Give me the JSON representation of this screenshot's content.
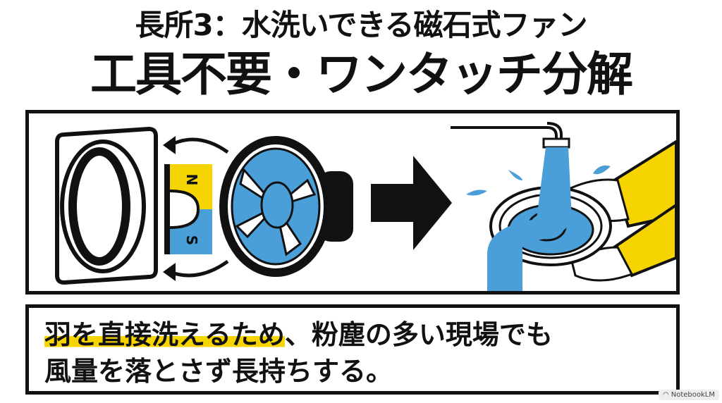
{
  "header": {
    "subtitle": "長所3：水洗いできる磁石式ファン",
    "title": "工具不要・ワンタッチ分解"
  },
  "illustration": {
    "magnet": {
      "north_label": "N",
      "south_label": "S",
      "north_color": "#f5d400",
      "south_color": "#4a9fd8"
    },
    "icons": [
      "fan-frame-icon",
      "magnet-icon",
      "curved-arrow-icon",
      "fan-icon",
      "right-arrow-icon",
      "faucet-icon",
      "water-stream-icon",
      "hands-icon"
    ],
    "colors": {
      "blue": "#4a9fd8",
      "yellow": "#f5d400",
      "black": "#111111"
    }
  },
  "caption": {
    "line1_highlight": "羽を直接洗えるため",
    "line1_rest": "、粉塵の多い現場でも",
    "line2": "風量を落とさず長持ちする。"
  },
  "watermark": {
    "label": "NotebookLM"
  }
}
